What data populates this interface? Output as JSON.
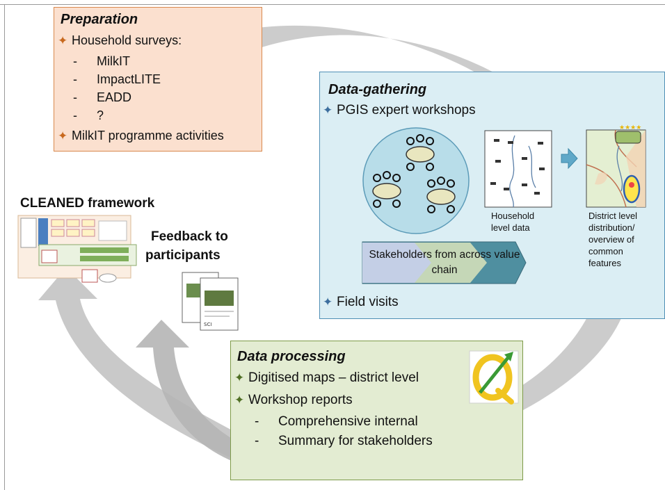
{
  "preparation": {
    "title": "Preparation",
    "item_surveys": "Household surveys:",
    "surveys": [
      "MilkIT",
      "ImpactLITE",
      "EADD",
      "?"
    ],
    "item_activities": "MilkIT programme activities"
  },
  "data_gathering": {
    "title": "Data-gathering",
    "item_workshops": "PGIS expert workshops",
    "household_caption": "Household level data",
    "district_caption": "District level distribution/ overview of common features",
    "stakeholders_arrow": "Stakeholders from across value chain",
    "item_field": "Field visits"
  },
  "data_processing": {
    "title": "Data processing",
    "item_maps": "Digitised maps – district level",
    "item_reports": "Workshop reports",
    "reports": [
      "Comprehensive internal",
      "Summary for stakeholders"
    ]
  },
  "framework": {
    "title": "CLEANED framework"
  },
  "feedback": {
    "title_line1": "Feedback to",
    "title_line2": "participants"
  },
  "colors": {
    "preparation_fill": "#fbe0cf",
    "gathering_fill": "#dbeef4",
    "processing_fill": "#e3ecd2",
    "cycle_arrow": "#bdbdbd"
  }
}
